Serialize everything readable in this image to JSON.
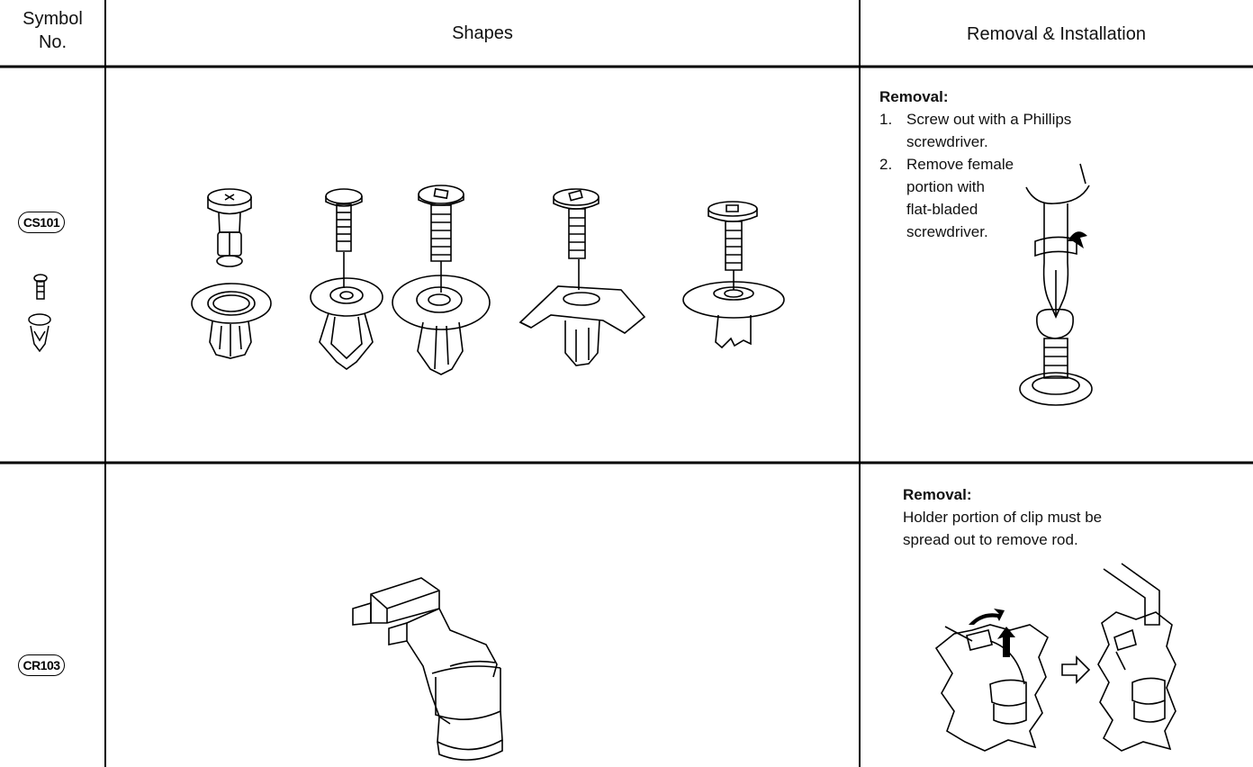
{
  "table": {
    "headers": {
      "symbol": [
        "Symbol",
        "No."
      ],
      "shapes": "Shapes",
      "removal": "Removal & Installation"
    },
    "rows": [
      {
        "symbol": "CS101",
        "removal": {
          "heading": "Removal:",
          "steps": [
            {
              "num": "1.",
              "lines": [
                "Screw out with a Phillips",
                "screwdriver."
              ]
            },
            {
              "num": "2.",
              "lines": [
                "Remove female",
                "portion with",
                "flat-bladed",
                "screwdriver."
              ]
            }
          ]
        }
      },
      {
        "symbol": "CR103",
        "removal": {
          "heading": "Removal:",
          "lines": [
            "Holder portion of clip must be",
            "spread out to remove rod."
          ]
        }
      }
    ]
  }
}
